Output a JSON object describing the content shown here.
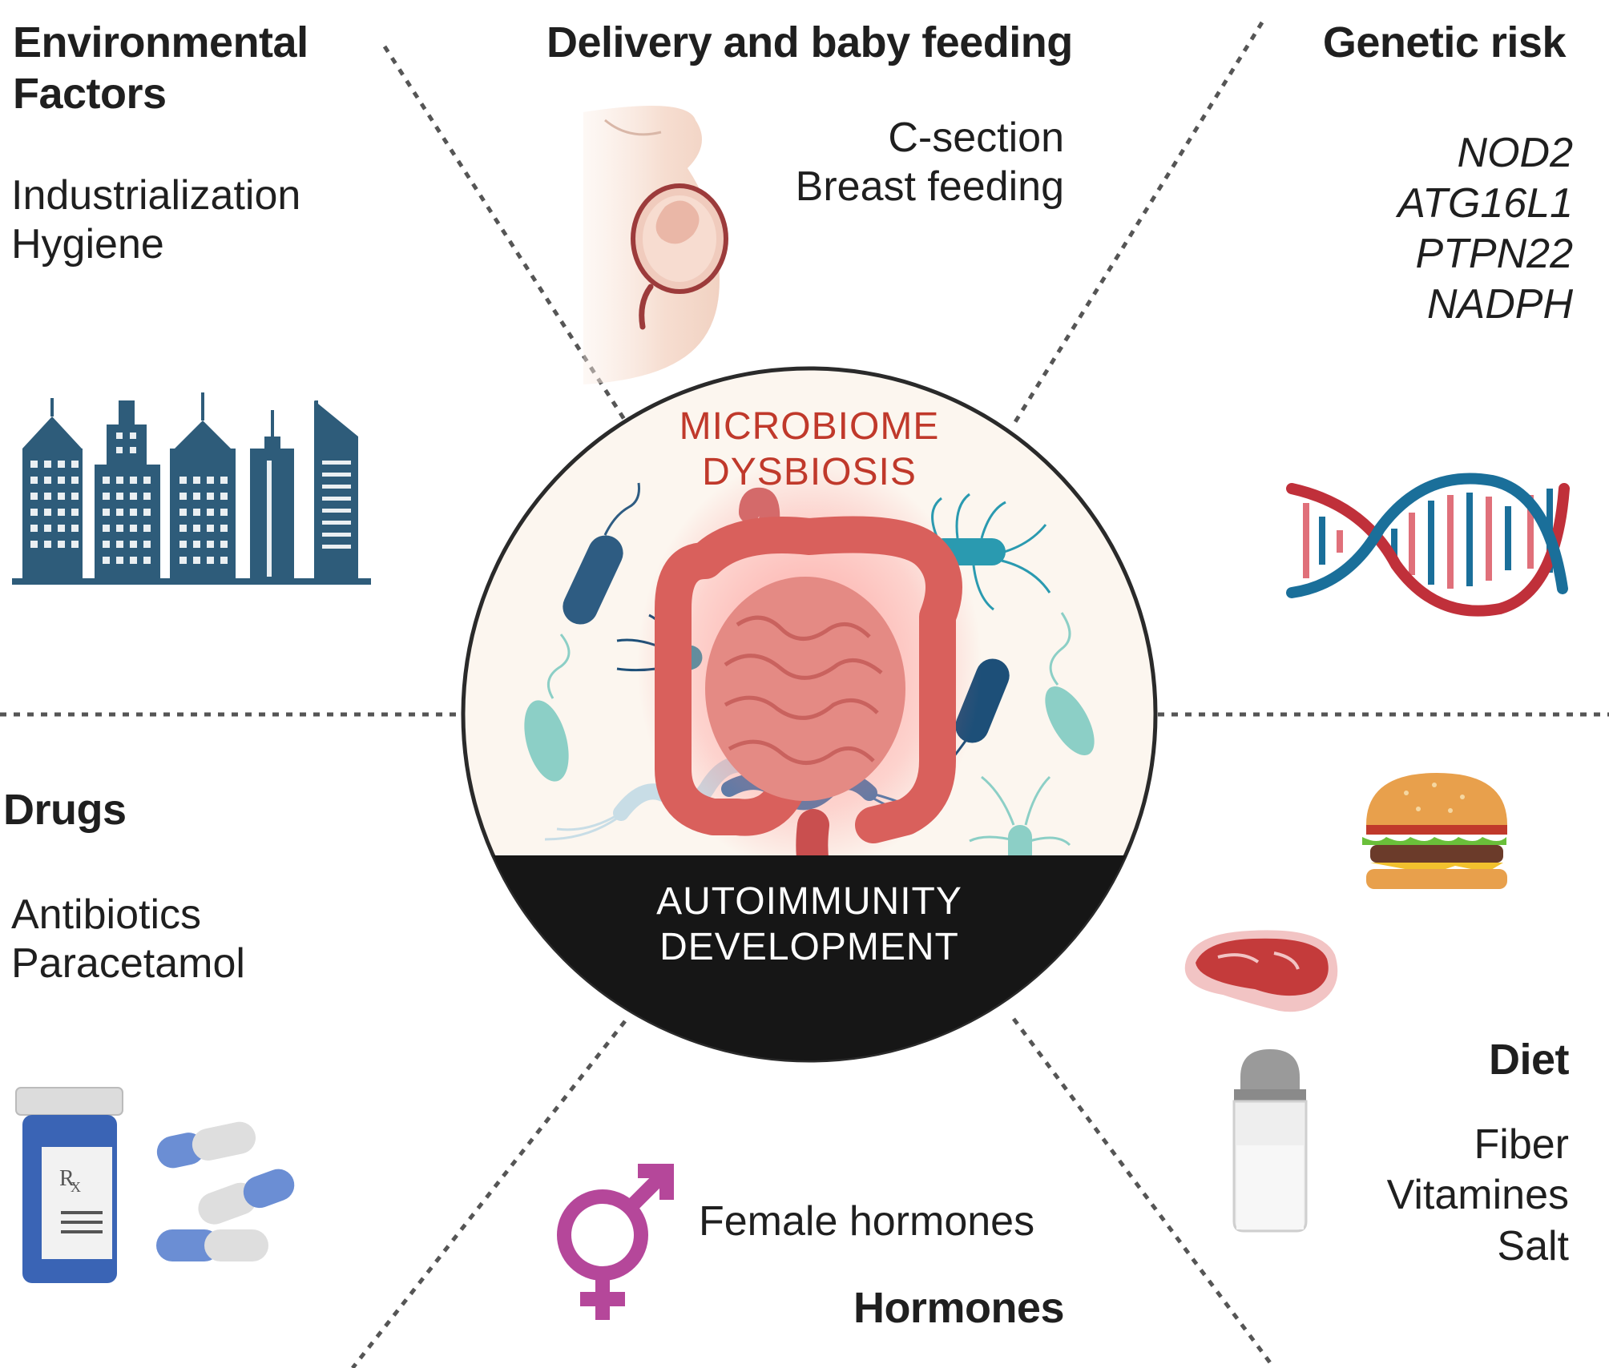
{
  "center": {
    "top_label": [
      "MICROBIOME",
      "DYSBIOSIS"
    ],
    "bottom_label": [
      "AUTOIMMUNITY",
      "DEVELOPMENT"
    ]
  },
  "sections": {
    "environmental": {
      "title": [
        "Environmental",
        "Factors"
      ],
      "items": [
        "Industrialization",
        "Hygiene"
      ],
      "icon": "city-buildings-icon"
    },
    "delivery": {
      "title": "Delivery and baby feeding",
      "items": [
        "C-section",
        "Breast feeding"
      ],
      "icon": "pregnant-belly-icon"
    },
    "genetic": {
      "title": "Genetic risk",
      "items": [
        "NOD2",
        "ATG16L1",
        "PTPN22",
        "NADPH"
      ],
      "icon": "dna-helix-icon"
    },
    "drugs": {
      "title": "Drugs",
      "items": [
        "Antibiotics",
        "Paracetamol"
      ],
      "icon": "pill-bottle-icon"
    },
    "hormones": {
      "title": "Hormones",
      "items": [
        "Female hormones"
      ],
      "icon": "gender-symbol-icon"
    },
    "diet": {
      "title": "Diet",
      "items": [
        "Fiber",
        "Vitamines",
        "Salt"
      ],
      "icon": "burger-icon"
    }
  },
  "colors": {
    "dysbiosis_text": "#c0392b",
    "building_blue": "#2e5c7a",
    "dna_red": "#c0303a",
    "dna_blue": "#1a6f9a",
    "gender_magenta": "#b5479a",
    "circle_fill": "#fcf6ef",
    "band_black": "#161616"
  }
}
